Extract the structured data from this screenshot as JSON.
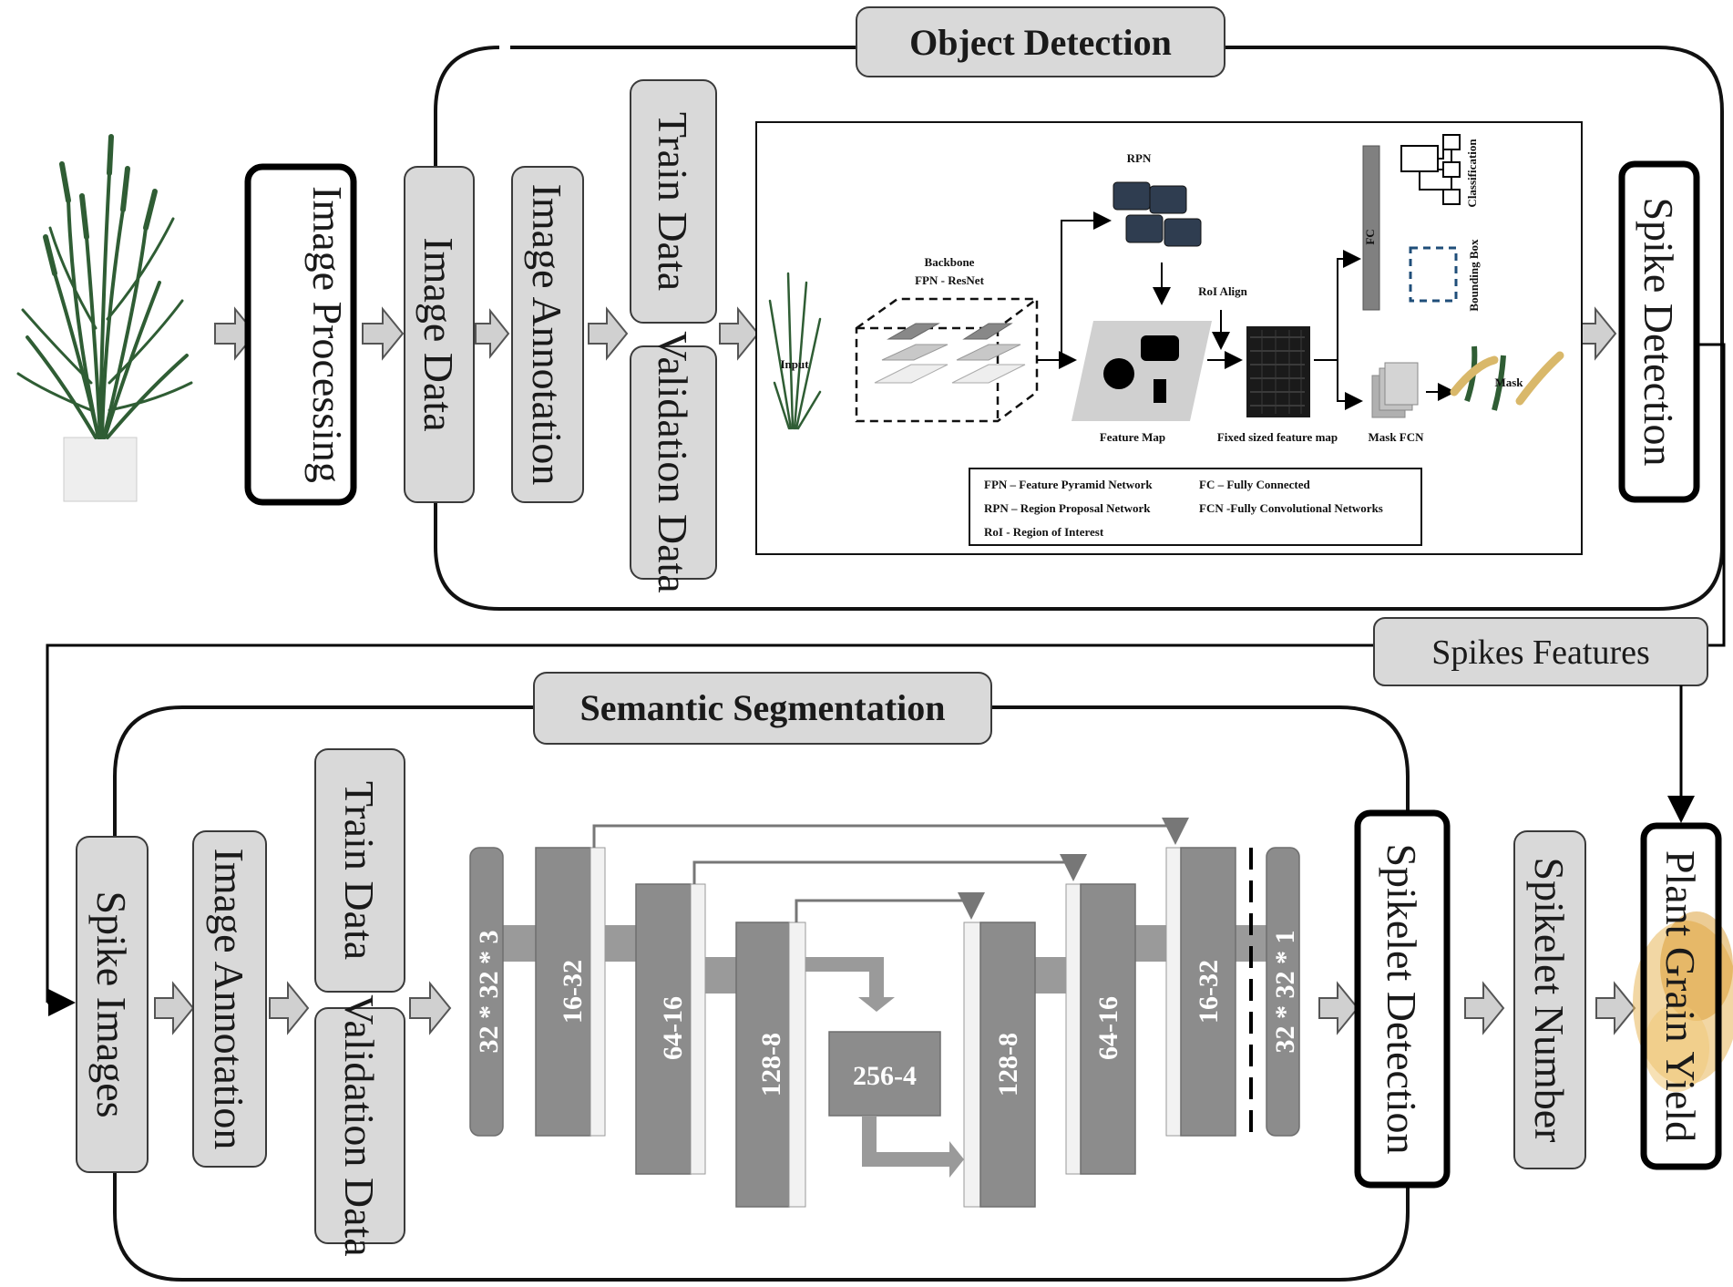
{
  "object_detection": {
    "title": "Object Detection",
    "image_processing": "Image Processing",
    "image_data": "Image Data",
    "image_annotation": "Image Annotation",
    "train_data": "Train Data",
    "validation_data": "Validation Data",
    "spike_detection": "Spike Detection"
  },
  "mask_rcnn": {
    "input": "Input",
    "backbone": "Backbone",
    "backbone_sub": "FPN - ResNet",
    "rpn": "RPN",
    "roi_align": "RoI Align",
    "feature_map": "Feature Map",
    "fixed_feature_map": "Fixed sized feature map",
    "mask_fcn": "Mask FCN",
    "mask": "Mask",
    "fc": "FC",
    "classification": "Classification",
    "bounding_box": "Bounding Box",
    "legend": {
      "fpn": "FPN – Feature Pyramid Network",
      "rpn": "RPN – Region Proposal Network",
      "roi": "RoI - Region of Interest",
      "fc": "FC – Fully Connected",
      "fcn": "FCN -Fully Convolutional Networks"
    }
  },
  "spikes_features": "Spikes Features",
  "semantic_segmentation": {
    "title": "Semantic Segmentation",
    "spike_images": "Spike Images",
    "image_annotation": "Image Annotation",
    "train_data": "Train Data",
    "validation_data": "Validation Data",
    "spikelet_detection": "Spikelet Detection",
    "spikelet_number": "Spikelet Number",
    "plant_grain_yield": "Plant Grain Yield"
  },
  "unet": {
    "input": "32 * 32 * 3",
    "enc1": "16-32",
    "enc2": "64-16",
    "enc3": "128-8",
    "bottleneck": "256-4",
    "dec3": "128-8",
    "dec2": "64-16",
    "dec1": "16-32",
    "output": "32 * 32 * 1"
  }
}
